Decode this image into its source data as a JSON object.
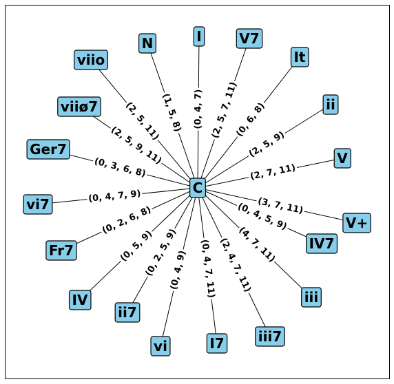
{
  "center": {
    "label": "C"
  },
  "nodes": [
    {
      "id": "N",
      "label": "N"
    },
    {
      "id": "I",
      "label": "I"
    },
    {
      "id": "V7",
      "label": "V7"
    },
    {
      "id": "It",
      "label": "It"
    },
    {
      "id": "viio",
      "label": "viio"
    },
    {
      "id": "ii",
      "label": "ii"
    },
    {
      "id": "viio7",
      "label": "viiø7"
    },
    {
      "id": "Ger7",
      "label": "Ger7"
    },
    {
      "id": "V",
      "label": "V"
    },
    {
      "id": "vi7",
      "label": "vi7"
    },
    {
      "id": "Vplus",
      "label": "V+"
    },
    {
      "id": "IV7",
      "label": "IV7"
    },
    {
      "id": "Fr7",
      "label": "Fr7"
    },
    {
      "id": "iii",
      "label": "iii"
    },
    {
      "id": "IV",
      "label": "IV"
    },
    {
      "id": "ii7",
      "label": "ii7"
    },
    {
      "id": "iii7",
      "label": "iii7"
    },
    {
      "id": "vi",
      "label": "vi"
    },
    {
      "id": "I7",
      "label": "I7"
    }
  ],
  "edges": [
    {
      "target": "N",
      "label": "(1, 5, 8)"
    },
    {
      "target": "I",
      "label": "(0, 4, 7)"
    },
    {
      "target": "V7",
      "label": "(2, 5, 7, 11)"
    },
    {
      "target": "It",
      "label": "(0, 6, 8)"
    },
    {
      "target": "viio",
      "label": "(2, 5, 11)"
    },
    {
      "target": "ii",
      "label": "(2, 5, 9)"
    },
    {
      "target": "viio7",
      "label": "(2, 5, 9, 11)"
    },
    {
      "target": "Ger7",
      "label": "(0, 3, 6, 8)"
    },
    {
      "target": "V",
      "label": "(2, 7, 11)"
    },
    {
      "target": "vi7",
      "label": "(0, 4, 7, 9)"
    },
    {
      "target": "Vplus",
      "label": "(3, 7, 11)"
    },
    {
      "target": "IV7",
      "label": "(0, 4, 5, 9)"
    },
    {
      "target": "Fr7",
      "label": "(0, 2, 6, 8)"
    },
    {
      "target": "iii",
      "label": "(4, 7, 11)"
    },
    {
      "target": "IV",
      "label": "(0, 5, 9)"
    },
    {
      "target": "ii7",
      "label": "(0, 2, 5, 9)"
    },
    {
      "target": "iii7",
      "label": "(2, 4, 7, 11)"
    },
    {
      "target": "vi",
      "label": "(0, 4, 9)"
    },
    {
      "target": "I7",
      "label": "(0, 4, 7, 11)"
    }
  ],
  "colors": {
    "node_fill": "#87ceeb",
    "edge": "#000000"
  }
}
